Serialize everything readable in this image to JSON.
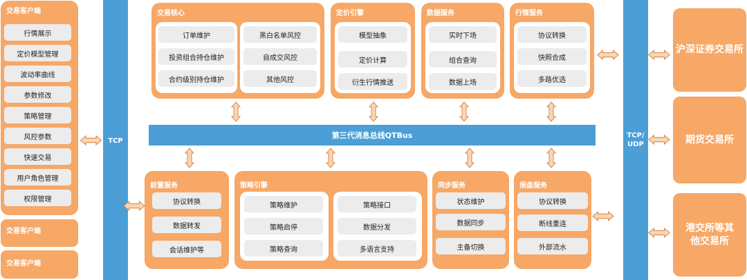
{
  "client_panel": {
    "title": "交易客户端",
    "items": [
      "行情展示",
      "定价模型管理",
      "波动率曲线",
      "参数修改",
      "策略管理",
      "风控参数",
      "快速交易",
      "用户角色管理",
      "权限管理"
    ]
  },
  "client_extra": [
    "交易客户端",
    "交易客户端"
  ],
  "tcp_label": "TCP",
  "tcpudp_label": "TCP/\nUDP",
  "bus_label": "第三代消息总线QTBus",
  "trading_core": {
    "title": "交易核心",
    "left": [
      "订单维护",
      "投资组合持仓维护",
      "合约级别持仓维护"
    ],
    "right": [
      "黑白名单风控",
      "自成交风控",
      "其他风控"
    ]
  },
  "pricing": {
    "title": "定价引擎",
    "items": [
      "模型抽象",
      "定价计算",
      "衍生行情推送"
    ]
  },
  "data_service": {
    "title": "数据服务",
    "items": [
      "实时下场",
      "组合查询",
      "数据上场"
    ]
  },
  "market_service": {
    "title": "行情服务",
    "items": [
      "协议转换",
      "快照合成",
      "多路优选"
    ]
  },
  "front_service": {
    "title": "前置服务",
    "items": [
      "协议转换",
      "数据转发",
      "会话维护等"
    ]
  },
  "strategy_engine": {
    "title": "策略引擎",
    "left": [
      "策略维护",
      "策略启停",
      "策略查询"
    ],
    "right": [
      "策略接口",
      "数据分发",
      "多语言支持"
    ]
  },
  "sync_service": {
    "title": "同步服务",
    "items": [
      "状态维护",
      "数据同步",
      "主备切换"
    ]
  },
  "report_service": {
    "title": "报盘服务",
    "items": [
      "协议转换",
      "断线重连",
      "外部流水"
    ]
  },
  "exchanges": [
    "沪深证券交易所",
    "期货交易所",
    "港交所等其\n他交易所"
  ],
  "colors": {
    "orange": "#f7a766",
    "blue": "#4b9fd6",
    "pill": "#ececec",
    "arrow_fill": "#f9d6b5",
    "arrow_stroke": "#d9894a"
  }
}
